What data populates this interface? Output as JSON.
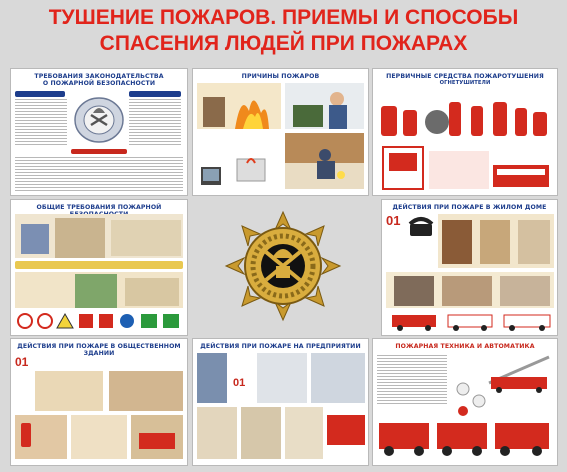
{
  "title": {
    "line1": "ТУШЕНИЕ ПОЖАРОВ. ПРИЕМЫ И СПОСОБЫ",
    "line2": "СПАСЕНИЯ ЛЮДЕЙ ПРИ ПОЖАРАХ"
  },
  "panels": {
    "requirements": {
      "title_1": "ТРЕБОВАНИЯ ЗАКОНОДАТЕЛЬСТВА",
      "title_2": "О ПОЖАРНОЙ БЕЗОПАСНОСТИ"
    },
    "causes": {
      "title": "ПРИЧИНЫ ПОЖАРОВ"
    },
    "primary_means": {
      "title": "ПЕРВИЧНЫЕ СРЕДСТВА ПОЖАРОТУШЕНИЯ",
      "subtitle": "ОГНЕТУШИТЕЛИ"
    },
    "general": {
      "title": "ОБЩИЕ ТРЕБОВАНИЯ ПОЖАРНОЙ БЕЗОПАСНОСТИ"
    },
    "home": {
      "title": "ДЕЙСТВИЯ ПРИ ПОЖАРЕ В ЖИЛОМ ДОМЕ",
      "phone": "01"
    },
    "public": {
      "title": "ДЕЙСТВИЯ ПРИ ПОЖАРЕ В ОБЩЕСТВЕННОМ ЗДАНИИ",
      "phone": "01"
    },
    "enterprise": {
      "title": "ДЕЙСТВИЯ ПРИ ПОЖАРЕ НА ПРЕДПРИЯТИИ",
      "phone": "01"
    },
    "equipment": {
      "title": "ПОЖАРНАЯ ТЕХНИКА И АВТОМАТИКА"
    }
  },
  "colors": {
    "title_red": "#e1241b",
    "panel_blue": "#1d3d8c",
    "fire_red": "#d32a1e",
    "gold": "#c99a2e"
  },
  "icons": {
    "emblem": "fire-service-emblem-icon"
  }
}
